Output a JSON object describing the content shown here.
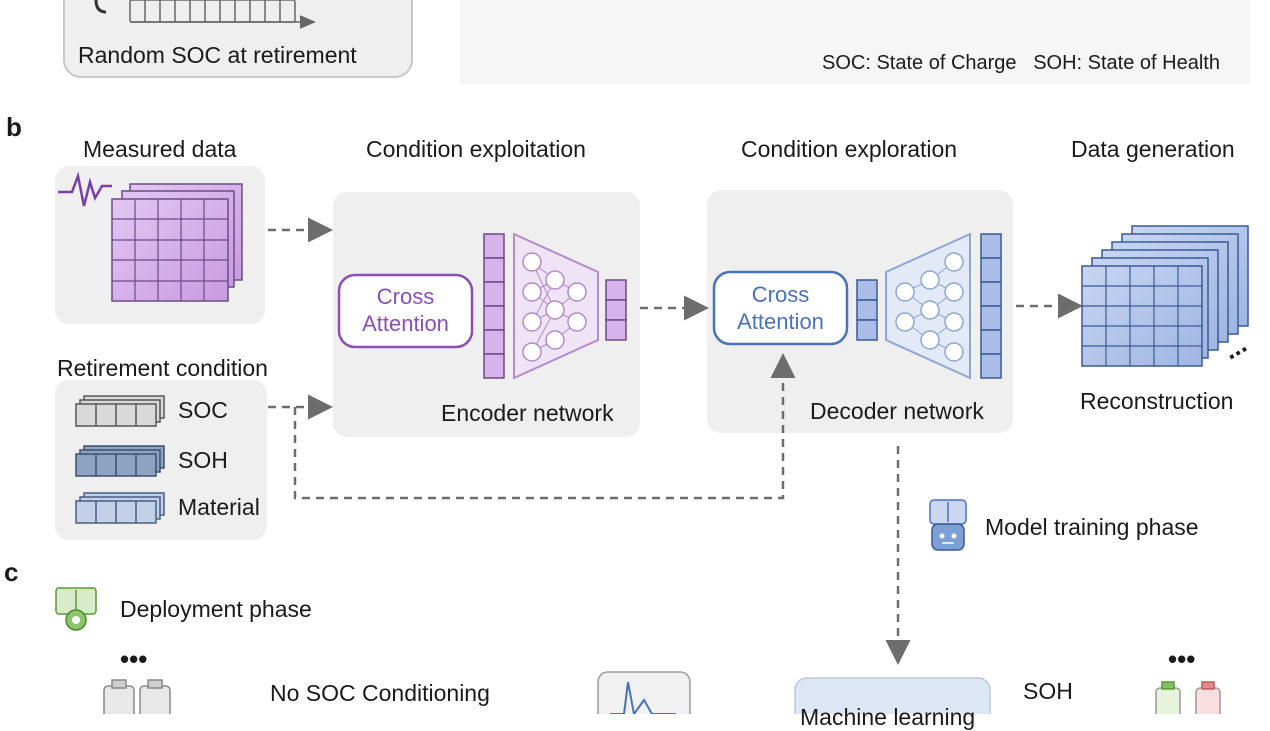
{
  "top": {
    "random_soc": "Random SOC at retirement",
    "legend": "SOC: State of Charge   SOH: State of Health"
  },
  "panel_b": {
    "letter": "b",
    "measured_data": "Measured data",
    "condition_exploitation": "Condition exploitation",
    "condition_exploration": "Condition exploration",
    "data_generation": "Data generation",
    "cross_attention_enc": [
      "Cross",
      "Attention"
    ],
    "cross_attention_dec": [
      "Cross",
      "Attention"
    ],
    "encoder_network": "Encoder network",
    "decoder_network": "Decoder network",
    "reconstruction": "Reconstruction",
    "retirement_condition": "Retirement condition",
    "soc": "SOC",
    "soh": "SOH",
    "material": "Material",
    "model_training_phase": "Model training phase",
    "ellipsis": "..."
  },
  "panel_c": {
    "letter": "c",
    "deployment_phase": "Deployment phase",
    "no_soc_conditioning": "No SOC Conditioning",
    "soh": "SOH",
    "machine_learning_partial": "Machine learning",
    "ellipsis": "..."
  },
  "colors": {
    "purple": "#8a4fb8",
    "blue": "#4a72b8",
    "panel_gray": "#efefef",
    "arrow_gray": "#6d6d6d"
  }
}
